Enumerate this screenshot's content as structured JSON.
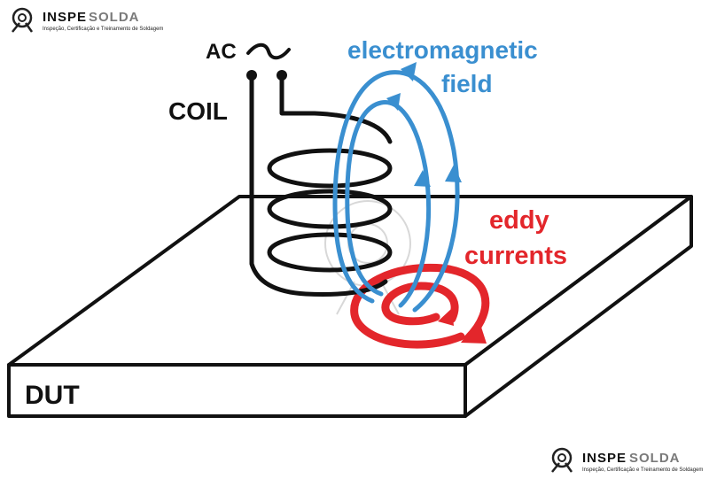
{
  "logo": {
    "word_a": "INSPE",
    "word_b": "SOLDA",
    "tagline": "Inspeção, Certificação e Treinamento de Soldagem"
  },
  "labels": {
    "ac": "AC",
    "coil": "COIL",
    "field_line1": "electromagnetic",
    "field_line2": "field",
    "eddy_line1": "eddy",
    "eddy_line2": "currents",
    "dut": "DUT"
  },
  "colors": {
    "field": "#3a8fd0",
    "eddy": "#e3262b",
    "outline": "#111111",
    "logo_accent": "#7a7a7a"
  }
}
